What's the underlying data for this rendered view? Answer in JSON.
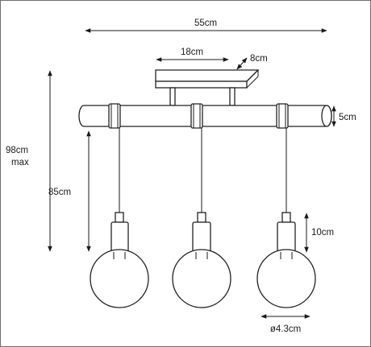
{
  "dimensions": {
    "total_width": "55cm",
    "canopy_length": "18cm",
    "canopy_width": "8cm",
    "bar_diameter": "5cm",
    "max_height_line1": "98cm",
    "max_height_line2": "max",
    "cable_length": "85cm",
    "socket_height": "10cm",
    "bulb_diameter": "ø4.3cm"
  }
}
